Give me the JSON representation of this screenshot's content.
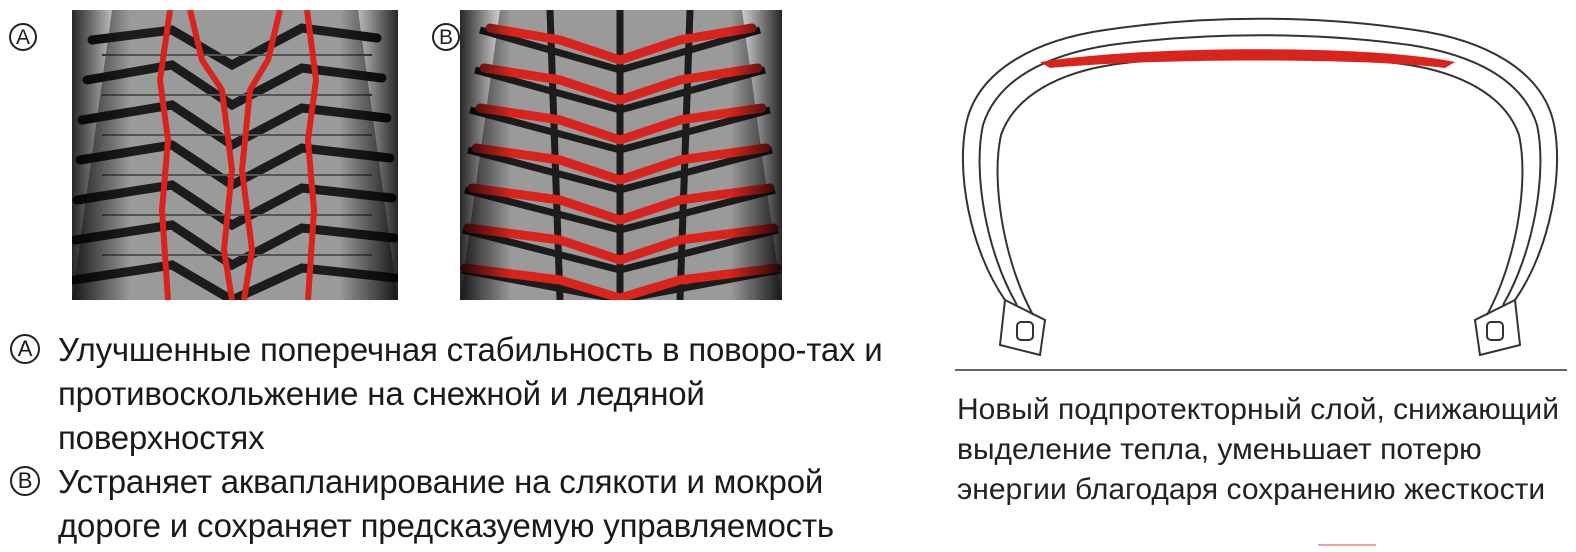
{
  "markers": {
    "a": "A",
    "b": "B"
  },
  "features": [
    {
      "marker": "A",
      "text": "Улучшенные поперечная стабильность в поворо-тах и противоскольжение на снежной и ледяной поверхностях"
    },
    {
      "marker": "B",
      "text": "Устраняет аквапланирование на слякоти и мокрой дороге и сохраняет предсказуемую управляемость"
    }
  ],
  "caption": "Новый подпротекторный слой, снижающий выделение тепла, уменьшает потерю энергии благодаря сохранению жесткости",
  "colors": {
    "highlight": "#d8241c",
    "tread_dark": "#1c1c1c",
    "tread_light": "#8a8a8a",
    "outline": "#333333"
  },
  "icons": [
    "circled-letter-icon"
  ]
}
